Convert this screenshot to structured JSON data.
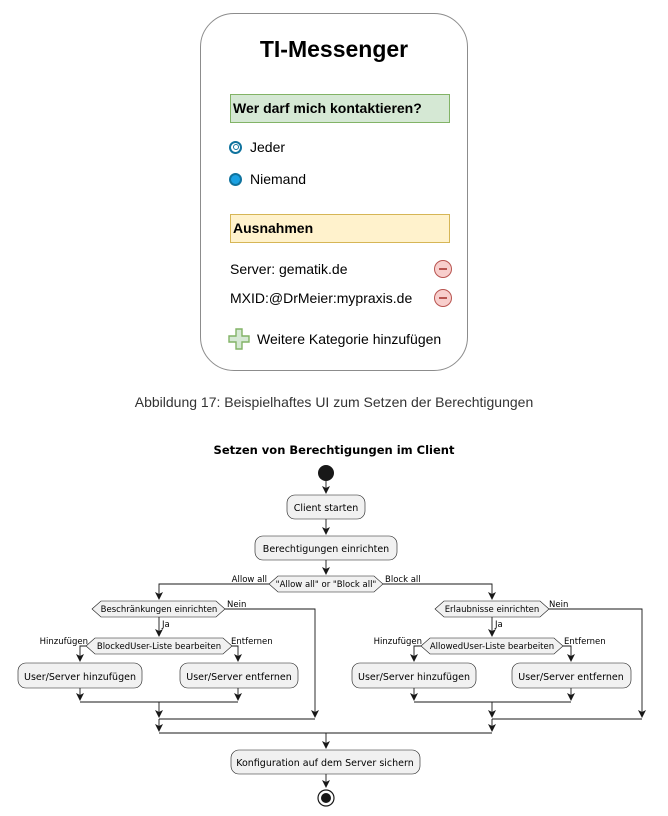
{
  "mockup": {
    "title": "TI-Messenger",
    "contact_header": "Wer darf mich kontaktieren?",
    "options": [
      {
        "label": "Jeder",
        "state": "unselected"
      },
      {
        "label": "Niemand",
        "state": "selected"
      }
    ],
    "exceptions_header": "Ausnahmen",
    "exceptions": [
      {
        "label": "Server: gematik.de",
        "icon": "minus-circle-icon"
      },
      {
        "label": "MXID:@DrMeier:mypraxis.de",
        "icon": "minus-circle-icon"
      }
    ],
    "add_label": "Weitere Kategorie hinzufügen",
    "add_icon": "plus-icon",
    "colors": {
      "green_fill": "#d5e8d4",
      "yellow_fill": "#fff2cc",
      "radio": "#10739e",
      "minus": "#b85450",
      "plus": "#82b366"
    }
  },
  "caption": "Abbildung 17: Beispielhaftes UI zum Setzen der Berechtigungen",
  "flow": {
    "title": "Setzen von Berechtigungen im Client",
    "start": "Client starten",
    "setup": "Berechtigungen einrichten",
    "decision": "\"Allow all\" or \"Block all\"",
    "allow_label": "Allow all",
    "block_label": "Block all",
    "left": {
      "decision": "Beschränkungen einrichten",
      "yes": "Ja",
      "no": "Nein",
      "list_decision": "BlockedUser-Liste bearbeiten",
      "add_label": "Hinzufügen",
      "remove_label": "Entfernen",
      "add_action": "User/Server hinzufügen",
      "remove_action": "User/Server entfernen"
    },
    "right": {
      "decision": "Erlaubnisse einrichten",
      "yes": "Ja",
      "no": "Nein",
      "list_decision": "AllowedUser-Liste bearbeiten",
      "add_label": "Hinzufügen",
      "remove_label": "Entfernen",
      "add_action": "User/Server hinzufügen",
      "remove_action": "User/Server entfernen"
    },
    "save": "Konfiguration auf dem Server sichern"
  }
}
